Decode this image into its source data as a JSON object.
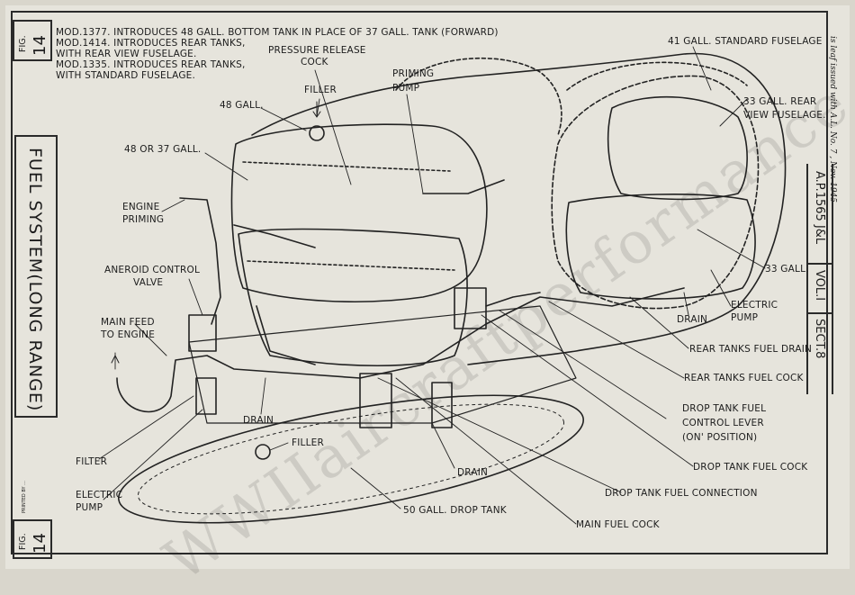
{
  "notes": {
    "line1": "MOD.1377. INTRODUCES 48 GALL. BOTTOM TANK IN PLACE OF 37 GALL. TANK (FORWARD)",
    "line2": "MOD.1414. INTRODUCES REAR TANKS,",
    "line3": "WITH REAR VIEW FUSELAGE.",
    "line4": "MOD.1335. INTRODUCES REAR TANKS,",
    "line5": "WITH STANDARD FUSELAGE."
  },
  "fig": {
    "label": "FIG.",
    "number": "14"
  },
  "side_title": "FUEL SYSTEM(LONG RANGE)",
  "right_panel": {
    "amended": "is leaf issued with A.L. No. 7 , Nov. 1945",
    "publication": "A.P.1565 J&L",
    "volume": "VOL.I",
    "section": "SECT.8"
  },
  "printer_note": "PRINTED BY ...",
  "labels": {
    "pressure_release": "PRESSURE RELEASE",
    "cock": "COCK",
    "priming": "PRIMING",
    "pump": "PUMP",
    "filler_top": "FILLER",
    "gall48": "48 GALL.",
    "gall48_37": "48 OR 37 GALL.",
    "engine": "ENGINE",
    "priming2": "PRIMING",
    "aneroid": "ANEROID CONTROL",
    "valve": "VALVE",
    "main_feed": "MAIN FEED",
    "to_engine": "TO ENGINE",
    "drain_left": "DRAIN",
    "filler_bottom": "FILLER",
    "filter": "FILTER",
    "electric_left": "ELECTRIC",
    "pump_left": "PUMP",
    "drain_mid": "DRAIN",
    "drop_tank": "50 GALL. DROP TANK",
    "main_fuel_cock": "MAIN FUEL COCK",
    "drop_tank_connection": "DROP TANK FUEL CONNECTION",
    "drop_tank_cock": "DROP TANK FUEL COCK",
    "control_lever1": "DROP TANK FUEL",
    "control_lever2": "CONTROL LEVER",
    "control_lever3": "(ON' POSITION)",
    "rear_cock": "REAR TANKS FUEL COCK",
    "rear_drain": "REAR TANKS FUEL DRAIN",
    "drain_right": "DRAIN",
    "electric_right": "ELECTRIC",
    "pump_right": "PUMP",
    "gall33": "33 GALL.",
    "gall41": "41 GALL. STANDARD FUSELAGE",
    "gall33_rear1": "33 GALL. REAR",
    "gall33_rear2": "VIEW FUSELAGE."
  },
  "watermark": "WWIIaircraftperformance.org"
}
